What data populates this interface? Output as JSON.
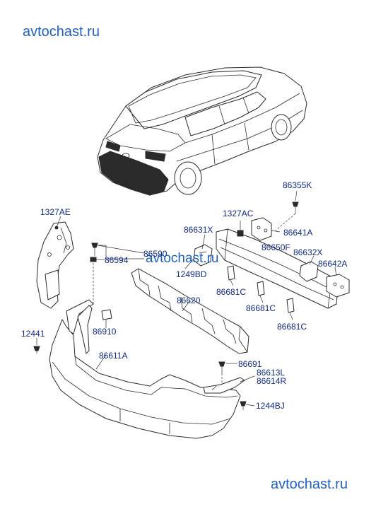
{
  "watermarks": {
    "top": "avtochast.ru",
    "middle": "avtochast.ru",
    "bottom": "avtochast.ru"
  },
  "colors": {
    "watermark": "#1e62c8",
    "label": "#0f2a8a",
    "line": "#2a2a2a"
  },
  "labels": {
    "p86355K": "86355K",
    "p1327AE": "1327AE",
    "p1327AC": "1327AC",
    "p86641A": "86641A",
    "p86631X": "86631X",
    "p86650F": "86650F",
    "p86590": "86590",
    "p86594": "86594",
    "p86632X": "86632X",
    "p86642A": "86642A",
    "p1249BD": "1249BD",
    "p86681C_a": "86681C",
    "p86681C_b": "86681C",
    "p86681C_c": "86681C",
    "p86620": "86620",
    "p12441": "12441",
    "p86910": "86910",
    "p86611A": "86611A",
    "p86691": "86691",
    "p86613L": "86613L",
    "p86614R": "86614R",
    "p1244BJ": "1244BJ"
  }
}
